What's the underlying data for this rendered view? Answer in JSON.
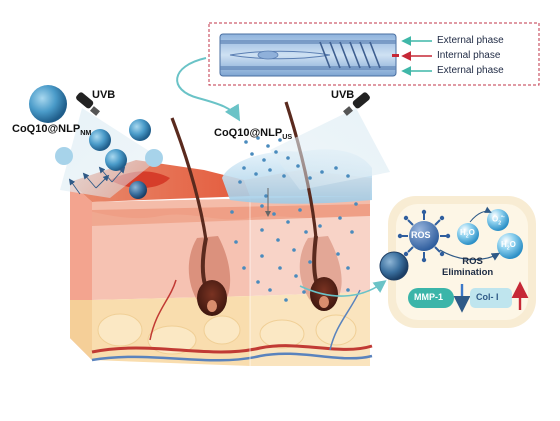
{
  "labels": {
    "uvb_left": "UVB",
    "uvb_right": "UVB",
    "np_left": {
      "main": "CoQ10@NLP",
      "sub": "NM"
    },
    "np_right": {
      "main": "CoQ10@NLP",
      "sub": "US"
    },
    "phases": [
      "External phase",
      "Internal phase",
      "External phase"
    ],
    "ros_node": "ROS",
    "h2o_top": {
      "main": "H",
      "sub": "2",
      "tail": "O"
    },
    "o2_node": {
      "main": "O",
      "sub": "2",
      "sup": "•-"
    },
    "h2o_right": {
      "main": "H",
      "sub": "2",
      "tail": "O"
    },
    "ros_elimination_line1": "ROS",
    "ros_elimination_line2": "Elimination",
    "mmp1": "MMP-1",
    "col1": "Col- I"
  },
  "colors": {
    "skin_top": "#f3b8a8",
    "dermis": "#f6c9b6",
    "fat": "#f8dcaa",
    "particle_blue": "#3c8fc0",
    "panel_bg": "#fdf3de",
    "teal": "#3bb5a9",
    "phase_arrow_teal": "#3fb7a8",
    "phase_arrow_red": "#c62836"
  }
}
